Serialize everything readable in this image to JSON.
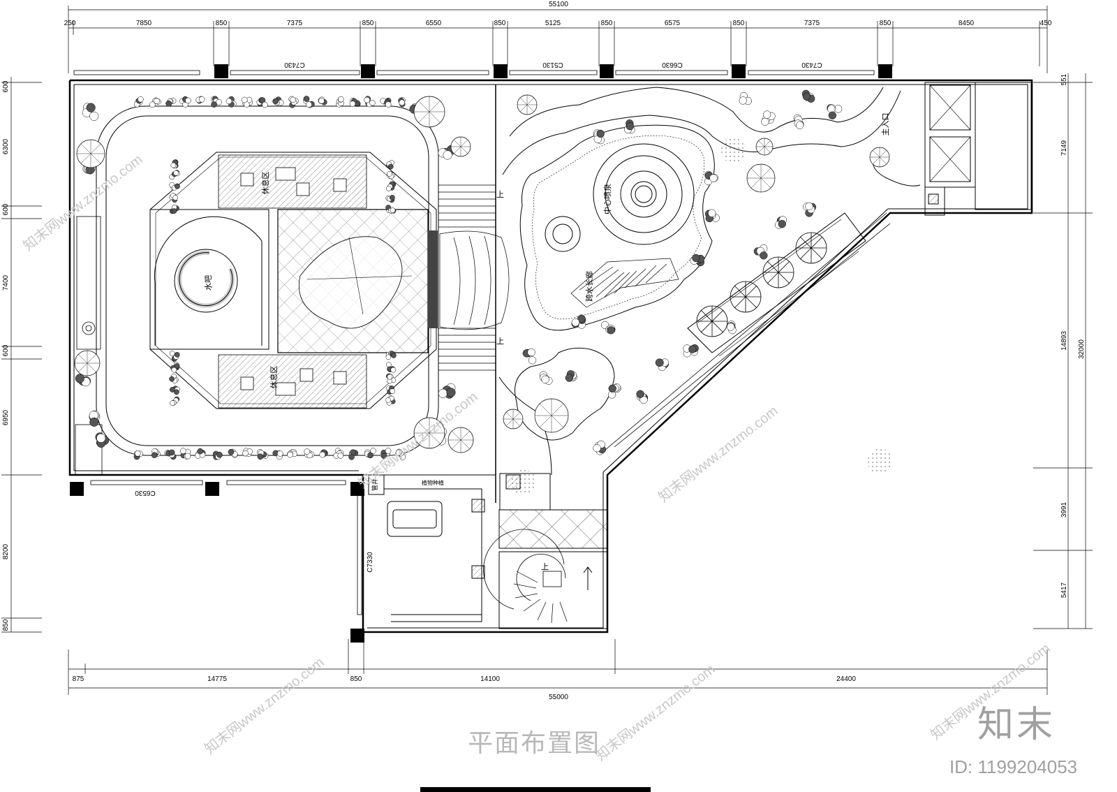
{
  "dims": {
    "top_total": "55100",
    "top": [
      "250",
      "7850",
      "850",
      "7375",
      "850",
      "6550",
      "850",
      "5125",
      "850",
      "6575",
      "850",
      "7375",
      "850",
      "8450",
      "450"
    ],
    "bottom": [
      "875",
      "14775",
      "850",
      "14100",
      "24400"
    ],
    "bottom_total": "55000",
    "left": [
      "600",
      "6300",
      "600",
      "7400",
      "600",
      "6950",
      "8200",
      "850"
    ],
    "right": [
      "551",
      "7149",
      "14893",
      "3991",
      "5417"
    ],
    "right_total": "32000"
  },
  "windows": {
    "c7430_a": "C7430",
    "c5130": "C5130",
    "c6630": "C6630",
    "c7430_b": "C7430",
    "c6530": "C6530",
    "c7330": "C7330"
  },
  "rooms": {
    "water_bar": "水吧",
    "rest_top": "休息区",
    "rest_bottom": "休息区",
    "fountain": "中心喷泉",
    "bridge": "跨水长廊",
    "entrance": "主入口",
    "up": "上",
    "duct": "管井",
    "planter": "植物种植"
  },
  "title": "平面布置图",
  "brand": "知末",
  "image_id": "ID: 1199204053",
  "watermark": "知末网www.znzmo.com"
}
